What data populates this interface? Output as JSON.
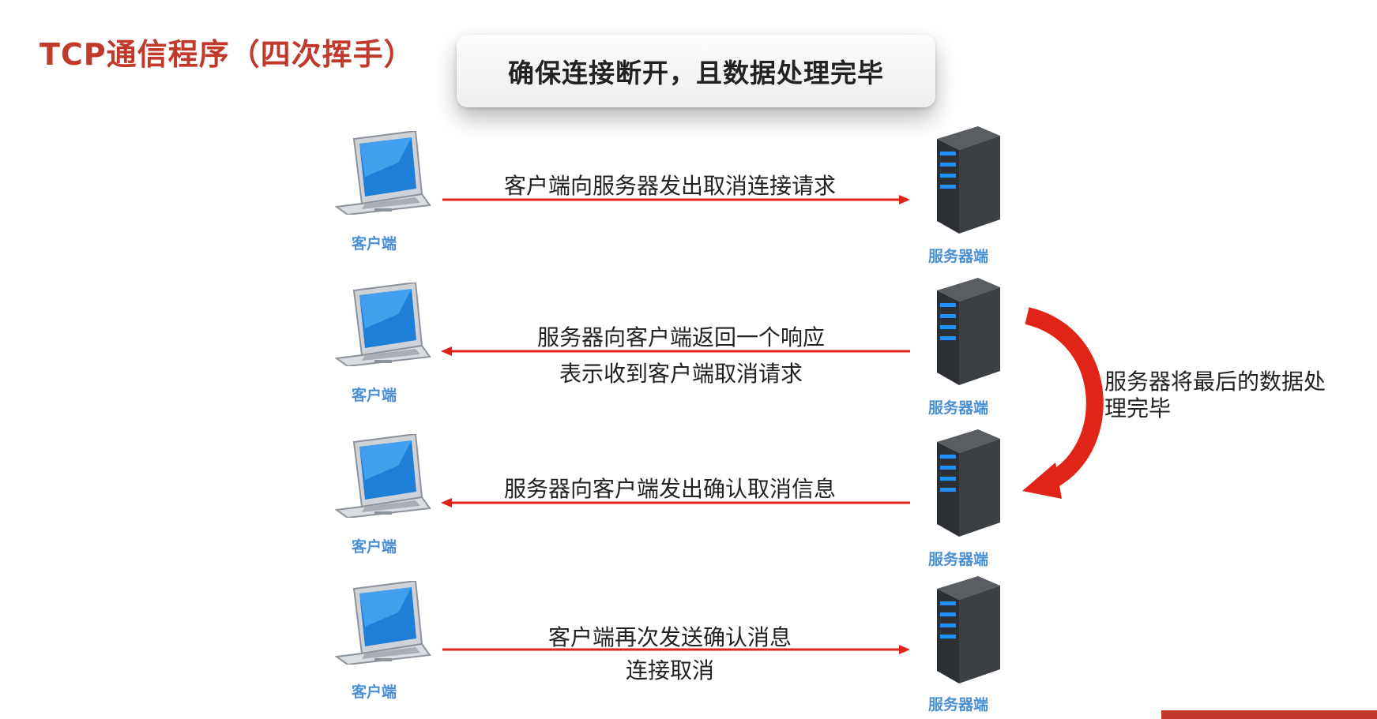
{
  "slide": {
    "title": "TCP通信程序（四次挥手）",
    "banner": "确保连接断开，且数据处理完毕"
  },
  "labels": {
    "client": "客户端",
    "server": "服务器端"
  },
  "steps": [
    {
      "direction": "client-to-server",
      "lines": [
        "客户端向服务器发出取消连接请求"
      ]
    },
    {
      "direction": "server-to-client",
      "lines": [
        "服务器向客户端返回一个响应",
        "表示收到客户端取消请求"
      ]
    },
    {
      "direction": "server-to-client",
      "lines": [
        "服务器向客户端发出确认取消信息"
      ]
    },
    {
      "direction": "client-to-server",
      "lines": [
        "客户端再次发送确认消息",
        "连接取消"
      ]
    }
  ],
  "side_note": "服务器将最后的数据处理完毕",
  "colors": {
    "title": "#c0392b",
    "arrow": "#e02418",
    "node_label": "#4a8fd6"
  },
  "icons": [
    "laptop-icon",
    "server-icon"
  ]
}
